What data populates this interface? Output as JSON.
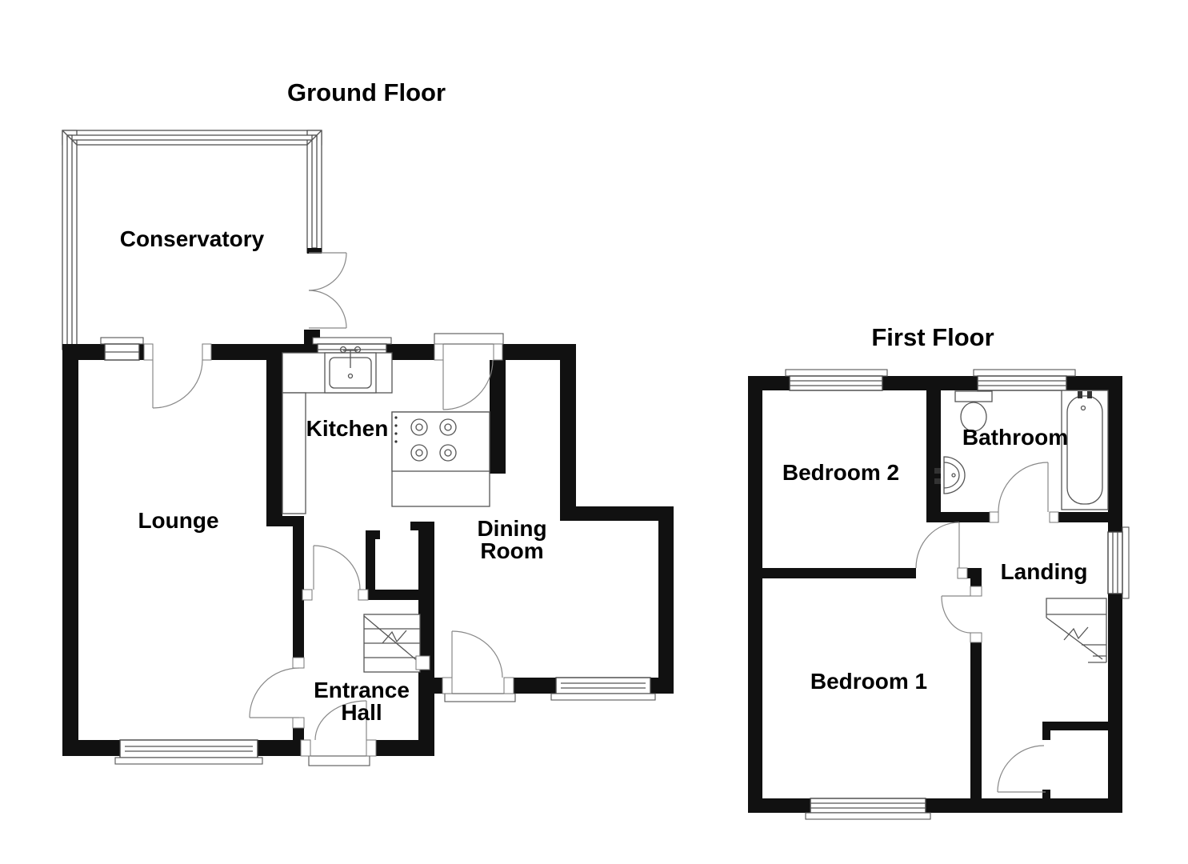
{
  "document": {
    "type": "floorplan"
  },
  "colors": {
    "wall": "#111111",
    "thin_line": "#555555",
    "door_arc": "#888888",
    "background": "#ffffff",
    "text": "#000000"
  },
  "ground_floor": {
    "title": "Ground Floor",
    "rooms": {
      "conservatory": {
        "label": "Conservatory"
      },
      "lounge": {
        "label": "Lounge"
      },
      "kitchen": {
        "label": "Kitchen"
      },
      "dining_room": {
        "label_line1": "Dining",
        "label_line2": "Room"
      },
      "entrance_hall": {
        "label_line1": "Entrance",
        "label_line2": "Hall"
      }
    }
  },
  "first_floor": {
    "title": "First Floor",
    "rooms": {
      "bedroom_2": {
        "label": "Bedroom 2"
      },
      "bathroom": {
        "label": "Bathroom"
      },
      "landing": {
        "label": "Landing"
      },
      "bedroom_1": {
        "label": "Bedroom 1"
      }
    }
  }
}
